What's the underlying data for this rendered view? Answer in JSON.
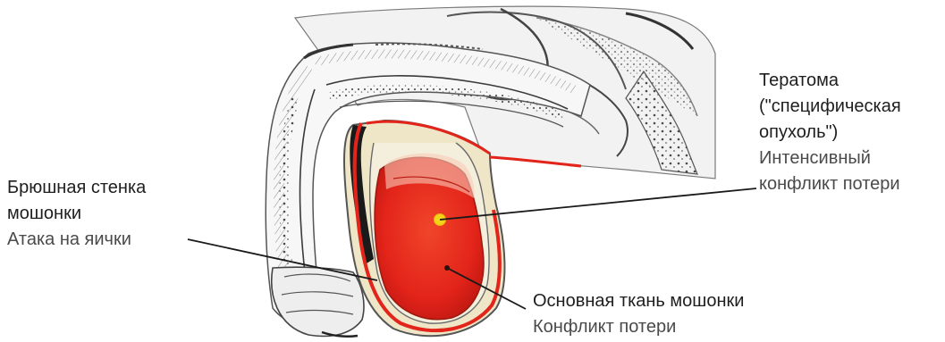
{
  "labels": {
    "abdominal_wall": {
      "line1": "Брюшная стенка",
      "line2": "мошонки",
      "sub": "Атака на яички"
    },
    "teratoma": {
      "line1": "Тератома",
      "line2": "(\"специфическая",
      "line3": "опухоль\")",
      "sub1": "Интенсивный",
      "sub2": "конфликт потери"
    },
    "main_tissue": {
      "line1": "Основная ткань мошонки",
      "sub": "Конфликт потери"
    }
  },
  "colors": {
    "testis": "#e8281c",
    "testis_dark": "#c41a12",
    "teratoma_dot": "#f3d21a",
    "wall_red": "#e3241a",
    "sketch": "#3a3a3a"
  }
}
